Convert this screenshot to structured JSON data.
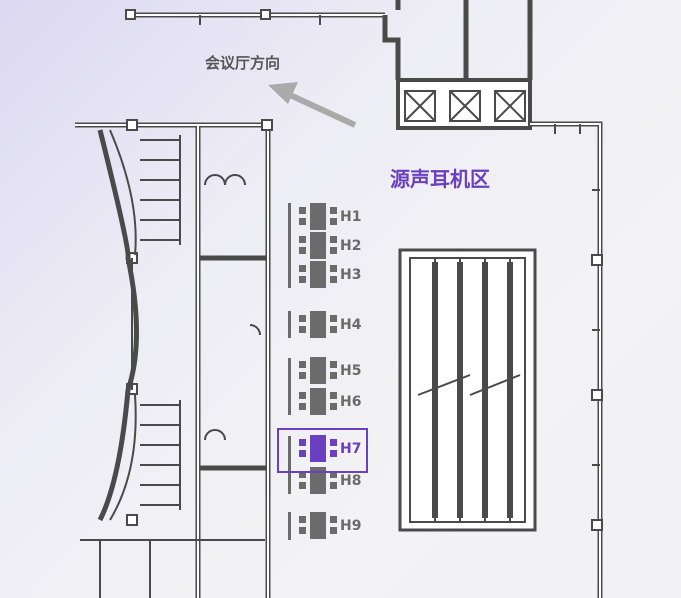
{
  "map": {
    "direction_label": "会议厅方向",
    "zone_title": "源声耳机区",
    "accent_color": "#6a3fc0",
    "booths": [
      {
        "label": "H1",
        "active": false
      },
      {
        "label": "H2",
        "active": false
      },
      {
        "label": "H3",
        "active": false
      },
      {
        "label": "H4",
        "active": false
      },
      {
        "label": "H5",
        "active": false
      },
      {
        "label": "H6",
        "active": false
      },
      {
        "label": "H7",
        "active": true
      },
      {
        "label": "H8",
        "active": false
      },
      {
        "label": "H9",
        "active": false
      }
    ]
  }
}
